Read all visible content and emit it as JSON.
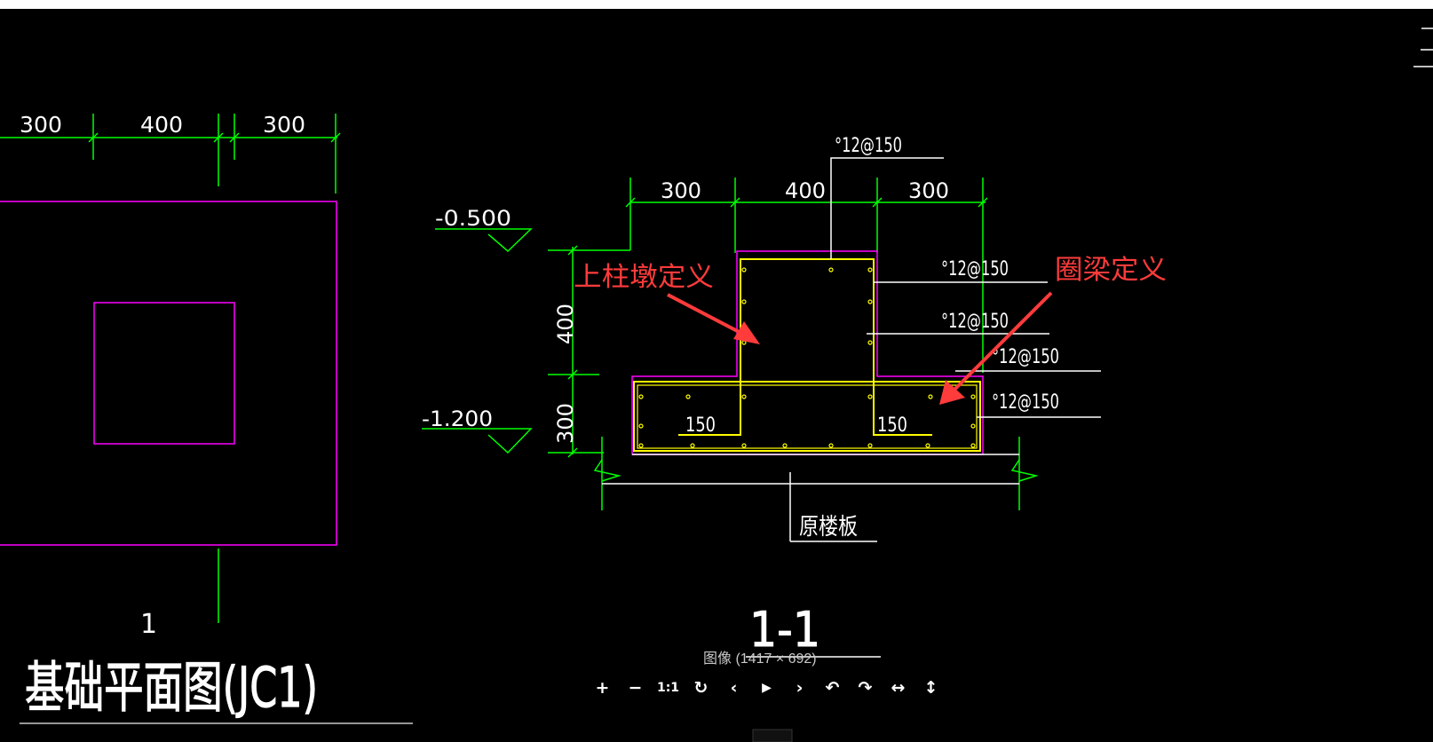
{
  "viewer": {
    "caption": "图像 (1417 × 692)",
    "toolbar": [
      {
        "name": "zoom-in-button",
        "glyph": "+"
      },
      {
        "name": "zoom-out-button",
        "glyph": "−"
      },
      {
        "name": "actual-size-button",
        "glyph": "1:1"
      },
      {
        "name": "rotate-button",
        "glyph": "↻"
      },
      {
        "name": "previous-button",
        "glyph": "‹"
      },
      {
        "name": "play-button",
        "glyph": "▶"
      },
      {
        "name": "next-button",
        "glyph": "›"
      },
      {
        "name": "rotate-left-button",
        "glyph": "↶"
      },
      {
        "name": "rotate-right-button",
        "glyph": "↷"
      },
      {
        "name": "flip-horizontal-button",
        "glyph": "↔"
      },
      {
        "name": "flip-vertical-button",
        "glyph": "↕"
      }
    ]
  },
  "plan": {
    "title": "基础平面图(JC1)",
    "section_marker": "1",
    "dims": [
      "300",
      "400",
      "300"
    ]
  },
  "section": {
    "title": "1-1",
    "dims_top": [
      "300",
      "400",
      "300"
    ],
    "dim_400": "400",
    "dim_300": "300",
    "elev_top": "-0.500",
    "elev_bottom": "-1.200",
    "rebar": [
      "°12@150",
      "°12@150",
      "°12@150",
      "°12@150",
      "°12@150"
    ],
    "inner_150_left": "150",
    "inner_150_right": "150",
    "floor_label": "原楼板",
    "annotation_pier": "上柱墩定义",
    "annotation_ring_beam": "圈梁定义"
  },
  "colors": {
    "background": "#000000",
    "dimension": "#00ff00",
    "outline": "#ff00ff",
    "rebar": "#ffff00",
    "annotation": "#ff3b3b",
    "text": "#ffffff"
  }
}
